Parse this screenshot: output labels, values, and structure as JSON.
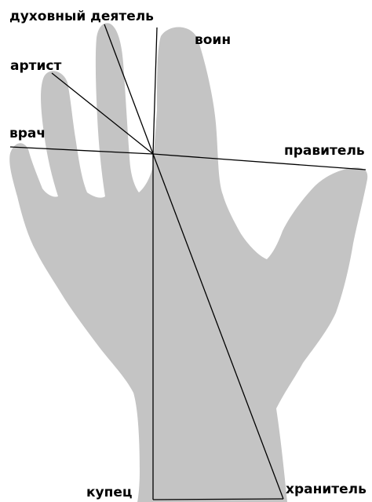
{
  "diagram": {
    "labels": {
      "spiritual": "духовный деятель",
      "warrior": "воин",
      "artist": "артист",
      "doctor": "врач",
      "ruler": "правитель",
      "merchant": "купец",
      "keeper": "хранитель"
    },
    "colors": {
      "hand": "#c4c4c4",
      "lines": "#000000",
      "text": "#000000"
    }
  }
}
